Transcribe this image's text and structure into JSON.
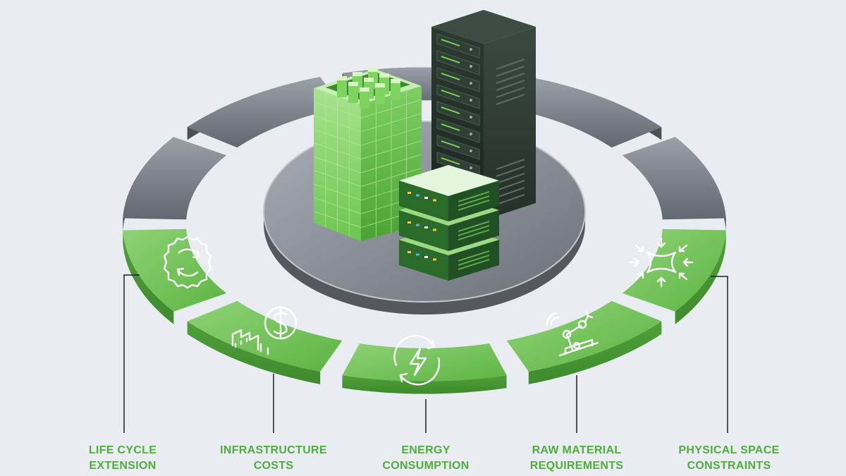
{
  "colors": {
    "background": "#e9edf2",
    "ring_gray": "#7d828b",
    "ring_green": "#6cc04f",
    "label_green": "#4fae3d",
    "server_dark": "#233129",
    "leader_line": "#1f1f1f"
  },
  "diagram": {
    "segments": [
      {
        "icon": "gear-cycle-icon",
        "lines": [
          "LIFE CYCLE",
          "EXTENSION"
        ]
      },
      {
        "icon": "dollar-factory-icon",
        "lines": [
          "INFRASTRUCTURE",
          "COSTS"
        ]
      },
      {
        "icon": "energy-bolt-icon",
        "lines": [
          "ENERGY",
          "CONSUMPTION"
        ]
      },
      {
        "icon": "robot-arm-icon",
        "lines": [
          "RAW MATERIAL",
          "REQUIREMENTS"
        ]
      },
      {
        "icon": "compress-arrows-icon",
        "lines": [
          "PHYSICAL SPACE",
          "CONSTRAINTS"
        ]
      }
    ]
  }
}
